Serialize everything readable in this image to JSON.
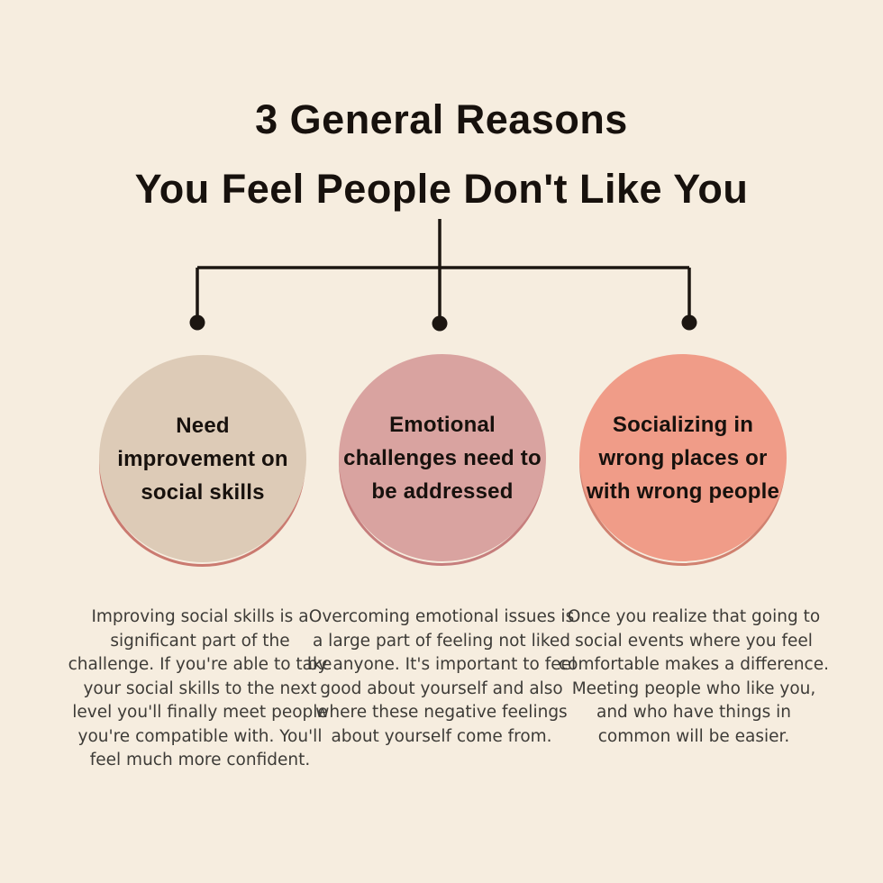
{
  "canvas": {
    "background": "#f6eddf"
  },
  "colors": {
    "heading_text": "#17110d",
    "paragraph_text": "#3d3b37",
    "connector_line": "#1c1611"
  },
  "title": {
    "line1": "3 General Reasons",
    "line2": "You Feel People Don't Like You"
  },
  "reasons": [
    {
      "label_lines": [
        "Need",
        "improvement on",
        "social skills"
      ],
      "fill_color": "#ddcbb7",
      "ring_color": "#ca7a70",
      "description": "Improving social skills is a significant part of the challenge. If you're able to take your social skills to the next level you'll finally meet people you're compatible with. You'll feel much more confident."
    },
    {
      "label_lines": [
        "Emotional",
        "challenges need to",
        "be addressed"
      ],
      "fill_color": "#d9a3a0",
      "ring_color": "#c67e7d",
      "description": "Overcoming emotional issues is a large part of feeling not liked by anyone. It's important to feel good about yourself and also where these negative feelings about yourself come from."
    },
    {
      "label_lines": [
        "Socializing in",
        "wrong places or",
        "with wrong people"
      ],
      "fill_color": "#f09c88",
      "ring_color": "#d08170",
      "description": "Once you realize that going to social events where you feel comfortable makes a difference. Meeting people who like you, and who have things in common will be easier."
    }
  ]
}
